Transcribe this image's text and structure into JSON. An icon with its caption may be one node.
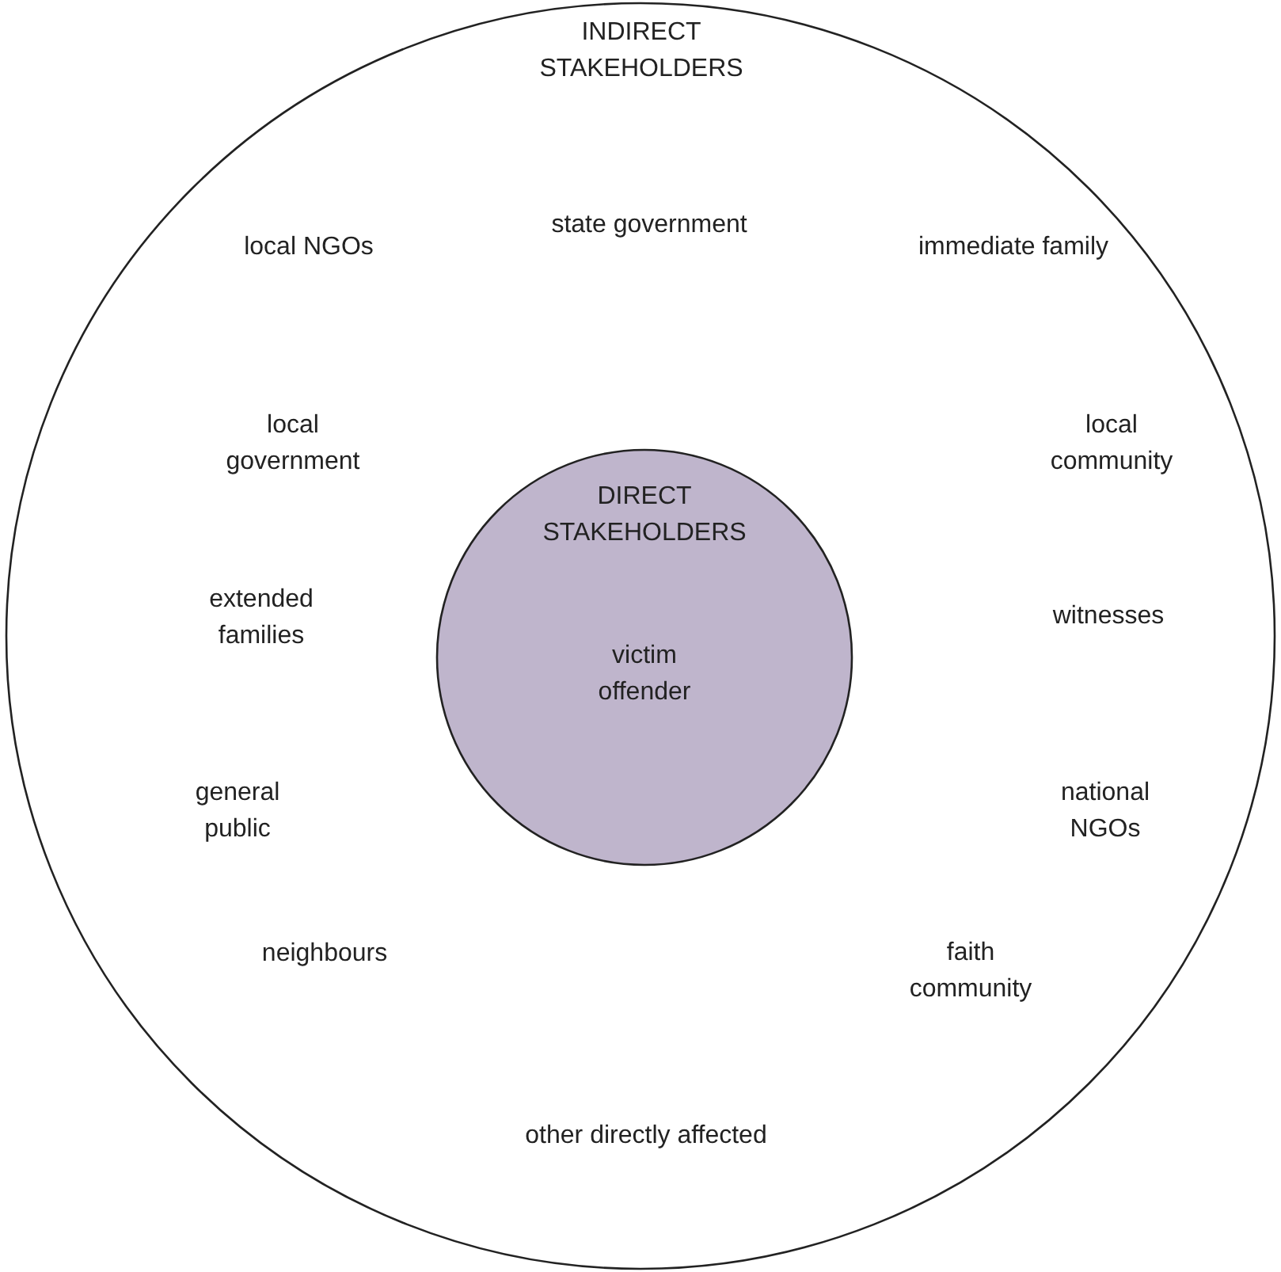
{
  "diagram": {
    "nodes": [
      {
        "text": [
          "INDIRECT STAKEHOLDERS",
          "state government",
          "local NGOs",
          "immediate family",
          "local government",
          "local community",
          "extended families",
          "witnesses",
          "general public",
          "national NGOs",
          "neighbours",
          "faith community",
          "other directly affected"
        ]
      },
      {
        "text": [
          "DIRECT STAKEHOLDERS",
          "victim",
          "offender"
        ],
        "in": 0
      }
    ]
  }
}
